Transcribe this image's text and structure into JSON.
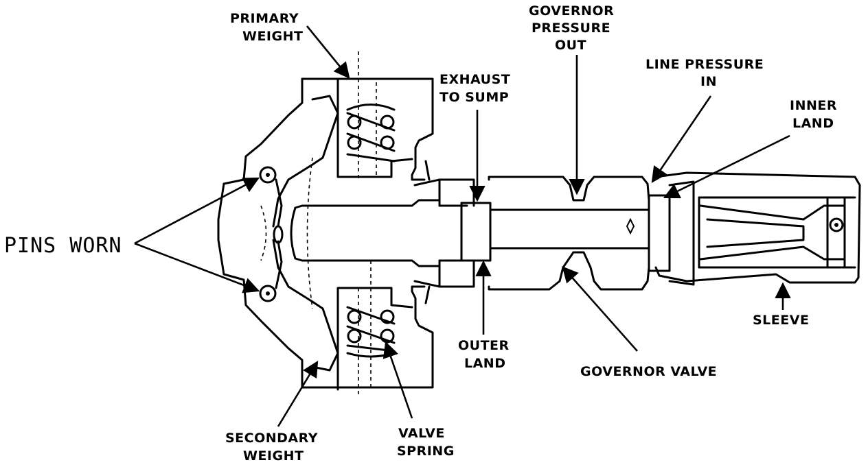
{
  "labels": {
    "primary_weight": [
      "PRIMARY",
      "WEIGHT"
    ],
    "governor_pressure_out": [
      "GOVERNOR",
      "PRESSURE",
      "OUT"
    ],
    "line_pressure_in": [
      "LINE PRESSURE",
      "IN"
    ],
    "exhaust_to_sump": [
      "EXHAUST",
      "TO SUMP"
    ],
    "inner_land": [
      "INNER",
      "LAND"
    ],
    "pins_worn": "PINS WORN",
    "outer_land": [
      "OUTER",
      "LAND"
    ],
    "governor_valve": "GOVERNOR VALVE",
    "sleeve": "SLEEVE",
    "secondary_weight": [
      "SECONDARY",
      "WEIGHT"
    ],
    "valve_spring": [
      "VALVE",
      "SPRING"
    ]
  }
}
